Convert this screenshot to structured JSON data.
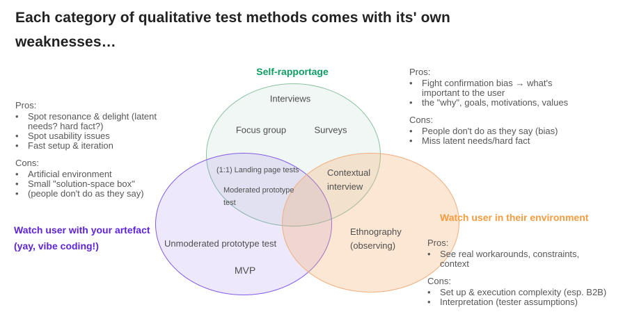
{
  "title": [
    "Each category of qualitative test methods comes with its' own",
    "weaknesses…"
  ],
  "colors": {
    "green_label": "#0f9d63",
    "purple_label": "#5e23d9",
    "orange_label": "#f59b40",
    "green_stroke": "#8ac2a3",
    "purple_stroke": "#825ce6",
    "orange_stroke": "#f0ae7d"
  },
  "venn": {
    "self_rapportage": {
      "label": "Self-rapportage",
      "items": [
        "Interviews",
        "Focus group",
        "Surveys"
      ]
    },
    "artefact": {
      "label_line1": "Watch user with your artefact",
      "label_line2": "(yay, vibe coding!)",
      "items": [
        "Unmoderated prototype test",
        "MVP"
      ]
    },
    "environment": {
      "label": "Watch user in their environment",
      "items": [
        "Ethnography (observing)"
      ]
    },
    "overlaps": {
      "self_artefact": [
        "(1:1) Landing page tests",
        "Moderated  prototype test"
      ],
      "self_environment": [
        "Contextual interview"
      ]
    }
  },
  "blocks": {
    "left": {
      "pros_heading": "Pros:",
      "pros": [
        "Spot resonance & delight (latent needs? hard fact?)",
        "Spot usability issues",
        "Fast setup & iteration"
      ],
      "cons_heading": "Cons:",
      "cons": [
        "Artificial environment",
        "Small \"solution-space box\"",
        "(people don't do as they say)"
      ]
    },
    "right_top": {
      "pros_heading": "Pros:",
      "pros": [
        "Fight confirmation bias → what's important to the user",
        "the \"why\", goals, motivations, values"
      ],
      "cons_heading": "Cons:",
      "cons": [
        "People don't do as they say (bias)",
        "Miss latent needs/hard fact"
      ]
    },
    "right_bottom": {
      "pros_heading": "Pros:",
      "pros": [
        "See real workarounds, constraints, context"
      ],
      "cons_heading": "Cons:",
      "cons": [
        "Set up & execution complexity (esp. B2B)",
        "Interpretation (tester assumptions)"
      ]
    }
  }
}
